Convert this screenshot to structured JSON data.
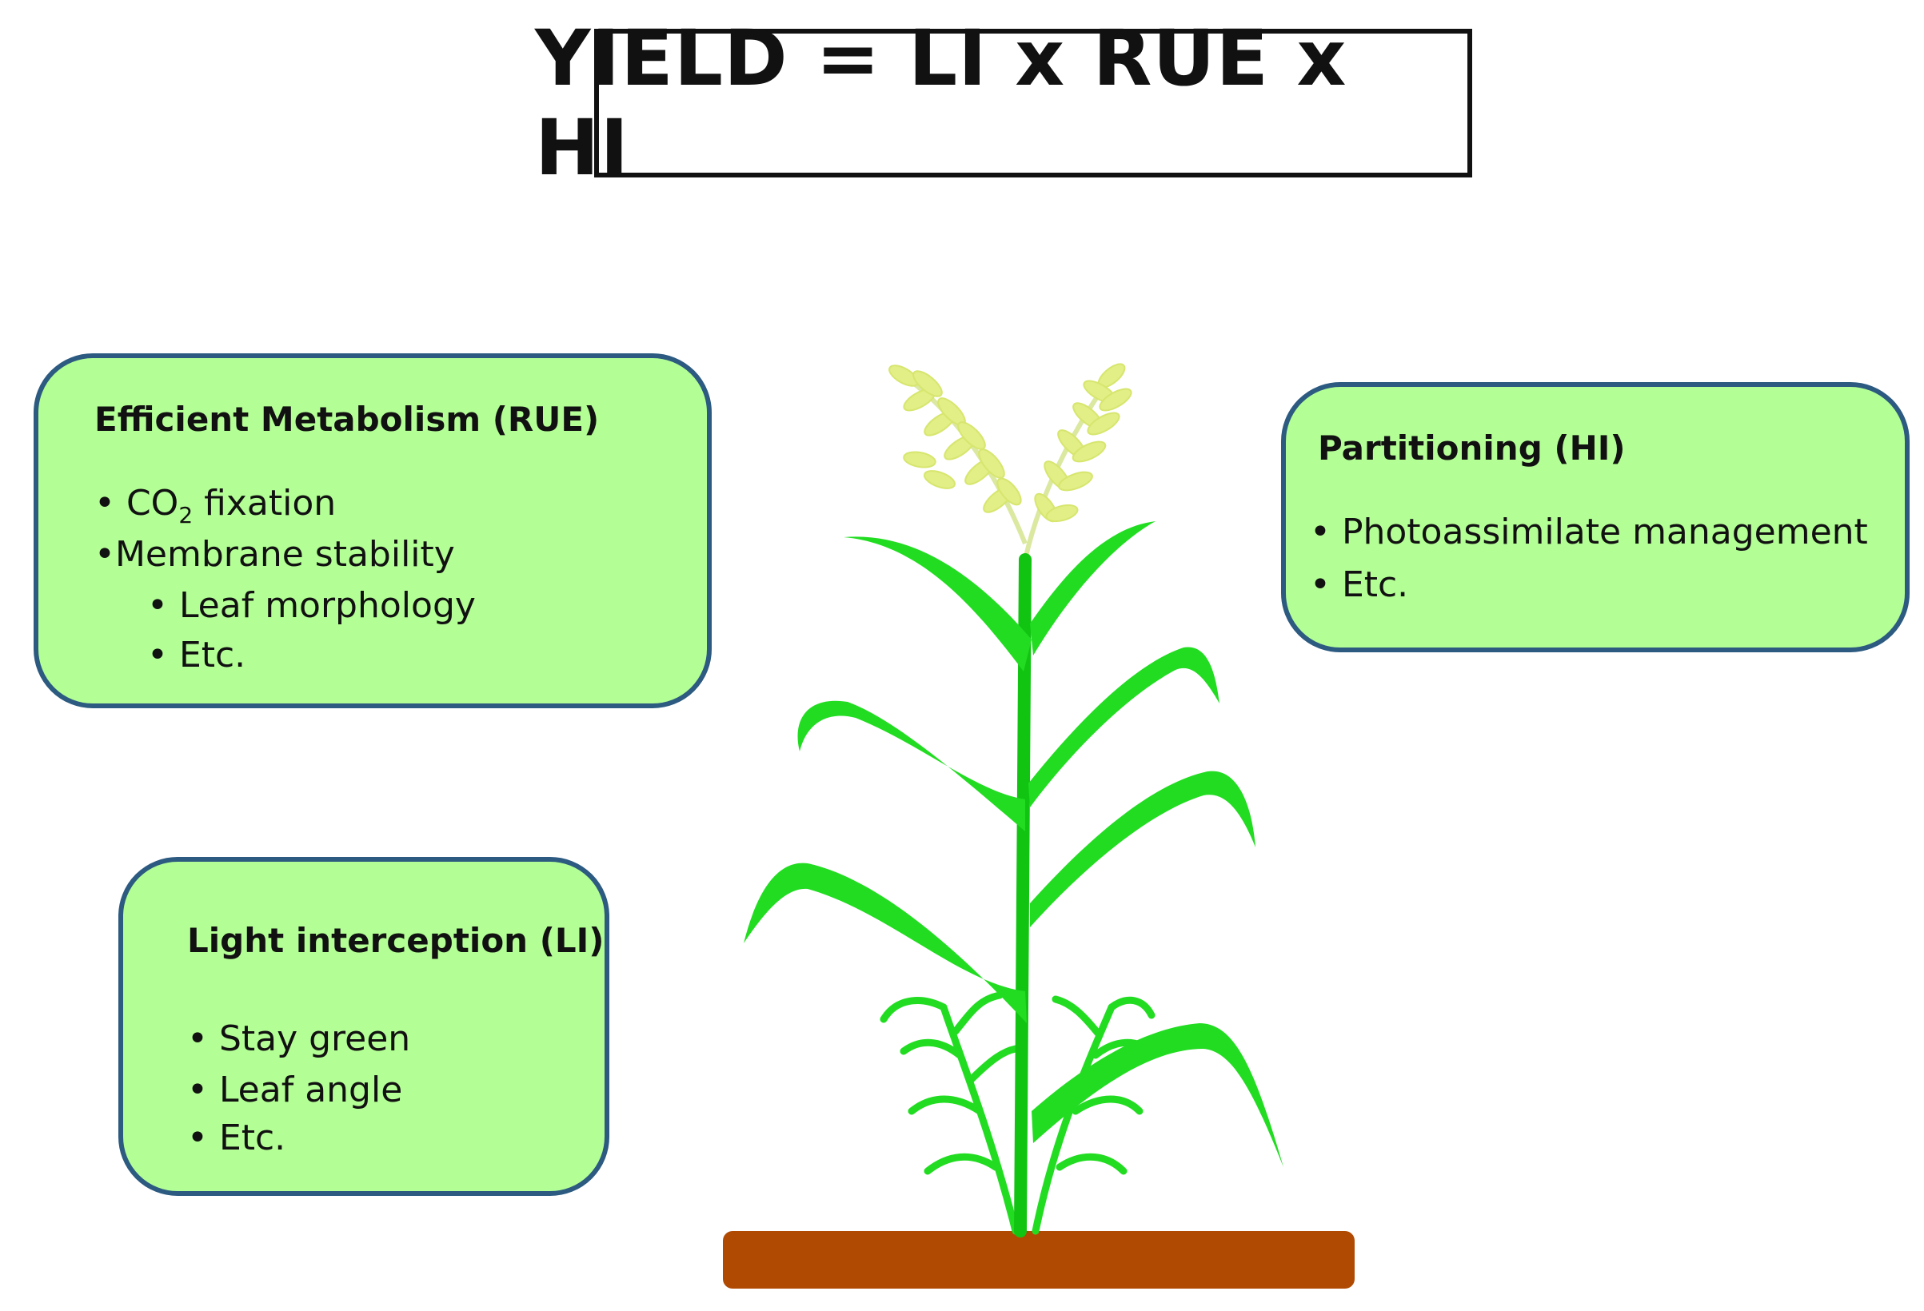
{
  "formula": "YIELD = LI x RUE x HI",
  "rue": {
    "title": "Efficient Metabolism (RUE)",
    "items": [
      {
        "bullet": "•",
        "text_a": "CO",
        "sub": "2",
        "text_b": " fixation"
      },
      {
        "text": "•Membrane stability"
      },
      {
        "text": "• Leaf morphology"
      },
      {
        "text": "• Etc."
      }
    ]
  },
  "hi": {
    "title": "Partitioning (HI)",
    "items": [
      "• Photoassimilate management",
      "• Etc."
    ]
  },
  "li": {
    "title": "Light interception (LI)",
    "items": [
      "• Stay green",
      "• Leaf angle",
      "• Etc."
    ]
  },
  "colors": {
    "card_fill": "#b3fe95",
    "card_border": "#2c5a80",
    "leaf": "#22dc22",
    "stem": "#12c412",
    "panicle": "#e2ee86",
    "soil": "#b04a03"
  }
}
